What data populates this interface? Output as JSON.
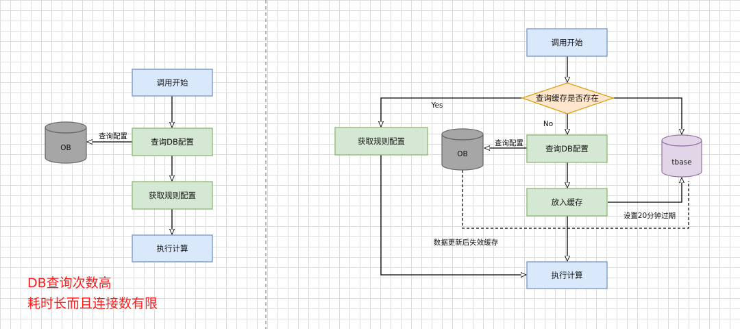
{
  "left": {
    "start": "调用开始",
    "query_db": "查询DB配置",
    "get_rules": "获取规则配置",
    "execute": "执行计算",
    "db": "OB",
    "edge_query": "查询配置"
  },
  "right": {
    "start": "调用开始",
    "decision": "查询缓存是否存在",
    "yes": "Yes",
    "no": "No",
    "get_rules": "获取规则配置",
    "query_db": "查询DB配置",
    "db": "OB",
    "edge_query": "查询配置",
    "cache": "tbase",
    "put_cache": "放入缓存",
    "expire": "设置20分钟过期",
    "invalidate": "数据更新后失效缓存",
    "execute": "执行计算"
  },
  "note": {
    "line1": "DB查询次数高",
    "line2": "耗时长而且连接数有限"
  },
  "colors": {
    "blue_fill": "#dae8fc",
    "blue_stroke": "#6c8ebf",
    "green_fill": "#d5e8d4",
    "green_stroke": "#82b366",
    "gray_fill": "#a6a6a6",
    "gray_stroke": "#666666",
    "pink_fill": "#e1d5e7",
    "pink_stroke": "#9673a6",
    "yellow_fill": "#ffe6cc",
    "yellow_stroke": "#d79b00",
    "note_red": "#ff1a1a"
  }
}
